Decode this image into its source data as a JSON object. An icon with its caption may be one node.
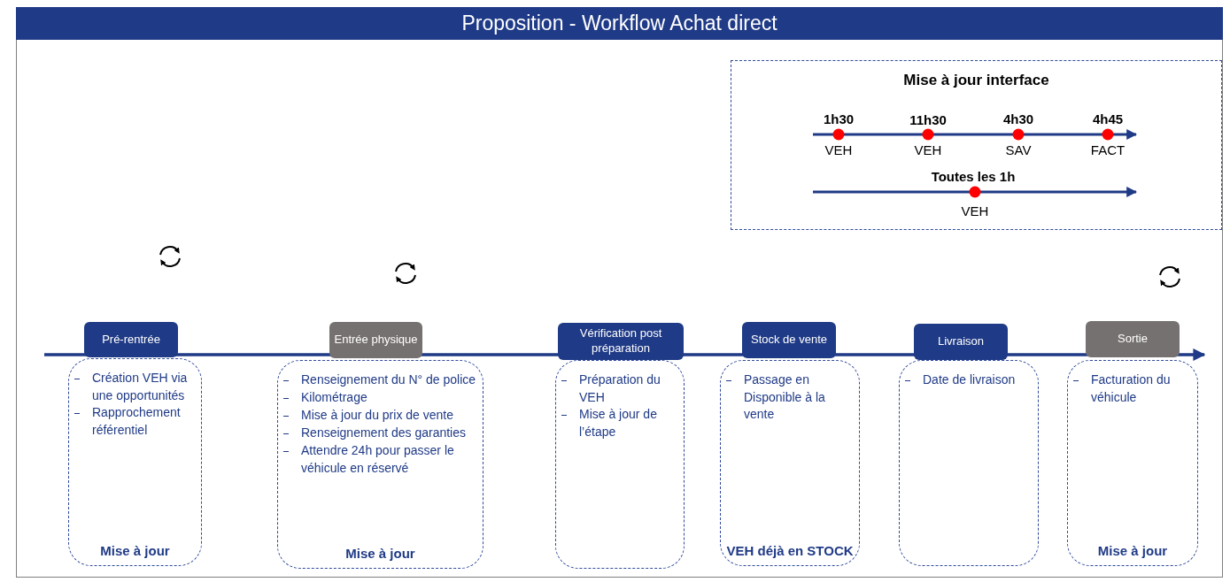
{
  "diagram": {
    "title": "Proposition - Workflow Achat direct",
    "nodes": [
      {
        "text": [
          "Pré-rentrée"
        ]
      },
      {
        "text": [
          "Entrée physique"
        ]
      },
      {
        "text": [
          "Vérification post préparation"
        ]
      },
      {
        "text": [
          "Stock de vente"
        ]
      },
      {
        "text": [
          "Livraison"
        ]
      },
      {
        "text": [
          "Sortie"
        ]
      },
      {
        "text": [
          "Création VEH via une opportunités",
          "Rapprochement référentiel",
          "Mise à jour"
        ]
      },
      {
        "text": [
          "Renseignement du N° de police",
          "Kilométrage",
          "Mise à jour du prix de vente",
          "Renseignement des garanties",
          "Attendre 24h pour passer le véhicule en réservé",
          "Mise à jour"
        ]
      },
      {
        "text": [
          "Préparation du VEH",
          "Mise à jour de l’étape"
        ]
      },
      {
        "text": [
          "Passage en Disponible à la vente",
          "VEH déjà en STOCK"
        ]
      },
      {
        "text": [
          "Date de livraison"
        ]
      },
      {
        "text": [
          "Facturation du véhicule",
          "Mise à jour"
        ]
      },
      {
        "text": [
          "Mise à jour interface"
        ]
      }
    ],
    "labels": [
      "1h30",
      "11h30",
      "4h30",
      "4h45",
      "VEH",
      "VEH",
      "SAV",
      "FACT",
      "Toutes les 1h",
      "VEH"
    ]
  }
}
